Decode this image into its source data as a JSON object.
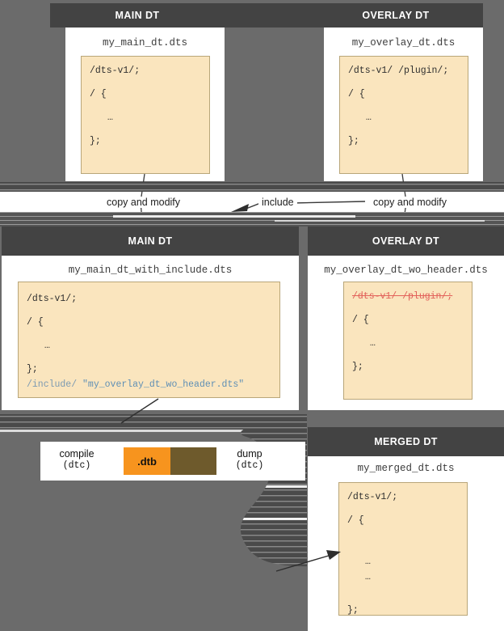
{
  "diagram": {
    "title": "Device Tree overlay merge workflow",
    "background_color": "#6b6b6b",
    "header_color": "#434343",
    "code_bg_color": "#fae5be",
    "accent_color": "#f7941e",
    "strike_color": "#e2615a"
  },
  "row1": {
    "main": {
      "header": "MAIN DT",
      "filename": "my_main_dt.dts",
      "code": [
        {
          "text": "/dts-v1/;",
          "style": "normal"
        },
        {
          "text": "/ {",
          "style": "normal"
        },
        {
          "text": "…",
          "style": "ellipsis"
        },
        {
          "text": "};",
          "style": "normal"
        }
      ]
    },
    "overlay": {
      "header": "OVERLAY DT",
      "filename": "my_overlay_dt.dts",
      "code": [
        {
          "text": "/dts-v1/ /plugin/;",
          "style": "normal"
        },
        {
          "text": "/ {",
          "style": "normal"
        },
        {
          "text": "…",
          "style": "ellipsis"
        },
        {
          "text": "};",
          "style": "normal"
        }
      ]
    }
  },
  "band": {
    "copy_left": "copy and modify",
    "include": "include",
    "copy_right": "copy and modify"
  },
  "row2": {
    "main": {
      "header": "MAIN DT",
      "filename": "my_main_dt_with_include.dts",
      "code": [
        {
          "text": "/dts-v1/;",
          "style": "normal"
        },
        {
          "text": "/ {",
          "style": "normal"
        },
        {
          "text": "…",
          "style": "ellipsis"
        },
        {
          "text": "};",
          "style": "normal"
        }
      ],
      "include_keyword": "/include/",
      "include_file": "\"my_overlay_dt_wo_header.dts\""
    },
    "overlay": {
      "header": "OVERLAY DT",
      "filename": "my_overlay_dt_wo_header.dts",
      "code": [
        {
          "text": "/dts-v1/ /plugin/;",
          "style": "strike"
        },
        {
          "text": "/ {",
          "style": "normal"
        },
        {
          "text": "…",
          "style": "ellipsis"
        },
        {
          "text": "};",
          "style": "normal"
        }
      ]
    }
  },
  "toolchain": {
    "compile_label": "compile",
    "compile_tool": "(dtc)",
    "artifact_label": ".dtb",
    "dump_label": "dump",
    "dump_tool": "(dtc)"
  },
  "row3": {
    "merged": {
      "header": "MERGED DT",
      "filename": "my_merged_dt.dts",
      "code": [
        {
          "text": "/dts-v1/;",
          "style": "normal"
        },
        {
          "text": "/ {",
          "style": "normal"
        },
        {
          "text": "…",
          "style": "ellipsis"
        },
        {
          "text": "…",
          "style": "ellipsis"
        },
        {
          "text": "};",
          "style": "normal"
        }
      ]
    }
  }
}
